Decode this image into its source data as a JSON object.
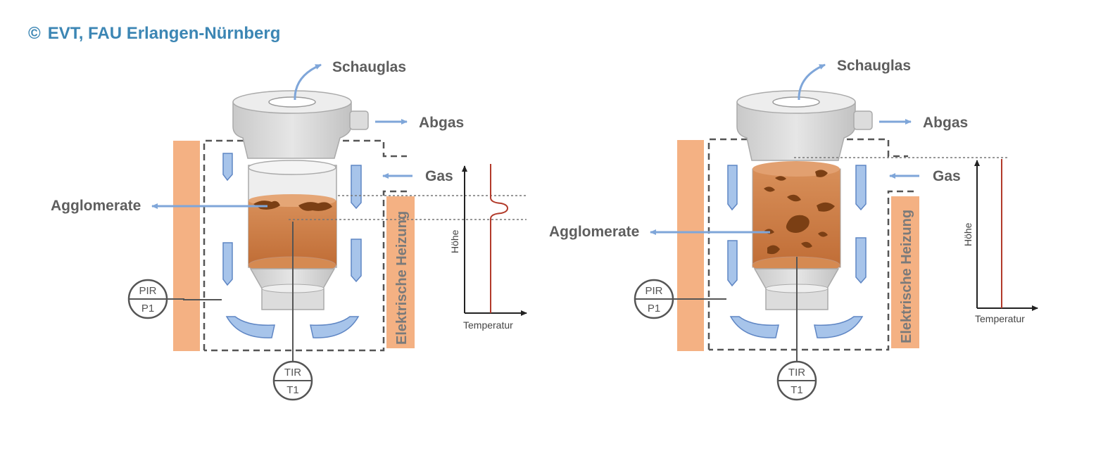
{
  "credit": {
    "symbol": "©",
    "text": "EVT, FAU Erlangen-Nürnberg"
  },
  "colors": {
    "accent": "#3c86b4",
    "heater": "#f4b183",
    "bed": "#c87841",
    "agglomerate": "#7b3f14",
    "arrow": "#7fa6d9",
    "profile": "#b23a2a"
  },
  "left_panel": {
    "schauglas": "Schauglas",
    "abgas": "Abgas",
    "gas": "Gas",
    "agglomerate": "Agglomerate",
    "heizung": "Elektrische Heizung",
    "pir": "PIR",
    "p1": "P1",
    "tir": "TIR",
    "t1": "T1",
    "axis_y": "Höhe",
    "axis_x": "Temperatur"
  },
  "right_panel": {
    "schauglas": "Schauglas",
    "abgas": "Abgas",
    "gas": "Gas",
    "agglomerate": "Agglomerate",
    "heizung": "Elektrische Heizung",
    "pir": "PIR",
    "p1": "P1",
    "tir": "TIR",
    "t1": "T1",
    "axis_y": "Höhe",
    "axis_x": "Temperatur"
  }
}
